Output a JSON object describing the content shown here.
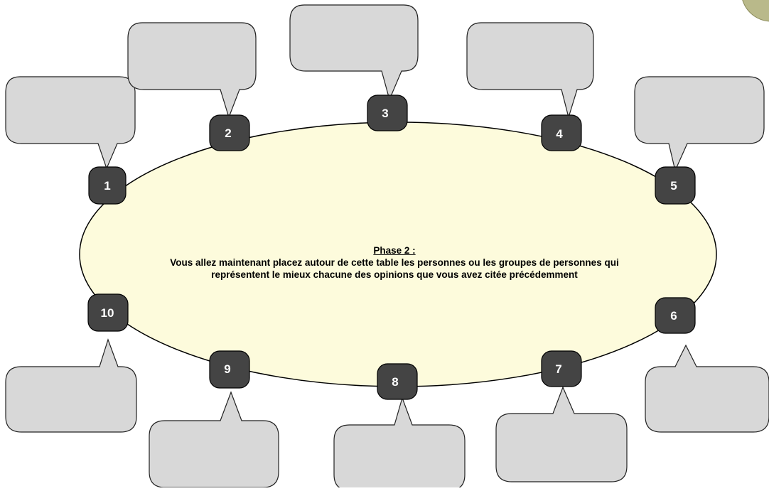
{
  "diagram": {
    "colors": {
      "table_fill": "#fdfbdc",
      "table_stroke": "#000000",
      "seat_fill": "#444444",
      "bubble_fill": "#d8d8d8",
      "bubble_stroke": "#222222",
      "corner_decoration": "#b9b98a"
    },
    "phase_title": "Phase 2 :",
    "instruction_line1": "Vous allez maintenant placez autour de cette table les personnes ou les groupes de personnes qui",
    "instruction_line2": "représentent le mieux chacune des opinions que vous avez citée précédemment",
    "seats": [
      "1",
      "2",
      "3",
      "4",
      "5",
      "6",
      "7",
      "8",
      "9",
      "10"
    ]
  }
}
